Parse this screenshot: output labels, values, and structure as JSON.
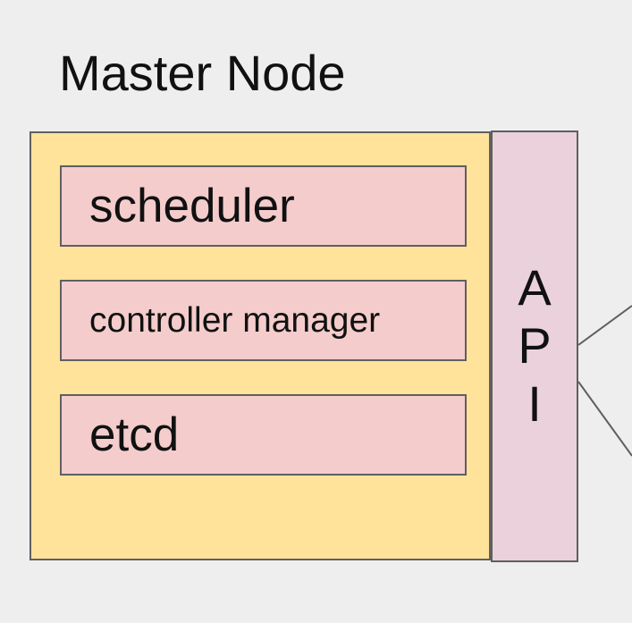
{
  "title": "Master Node",
  "components": [
    {
      "label": "scheduler"
    },
    {
      "label": "controller manager"
    },
    {
      "label": "etcd"
    }
  ],
  "api": {
    "letters": [
      "A",
      "P",
      "I"
    ]
  },
  "colors": {
    "background": "#eeeeee",
    "master_fill": "#ffe39b",
    "component_fill": "#f4cccc",
    "api_fill": "#ead1dc",
    "border": "#5f5f5f",
    "text": "#111111"
  }
}
